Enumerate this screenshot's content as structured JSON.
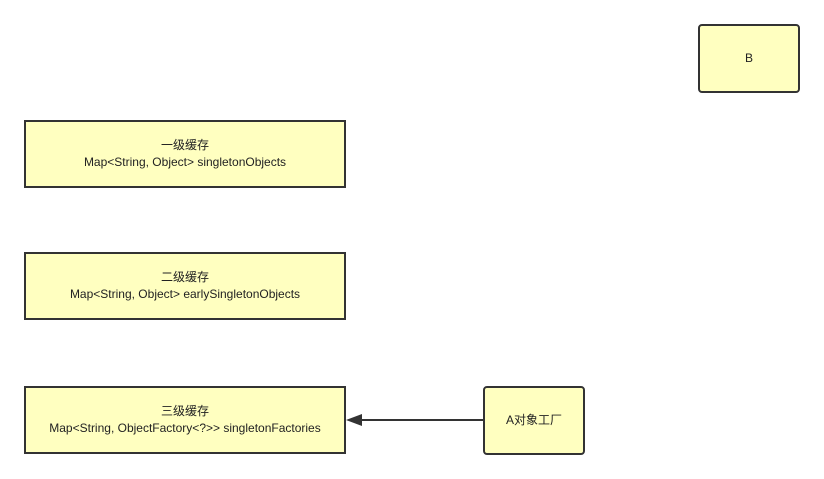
{
  "nodes": {
    "b": {
      "label": "B"
    },
    "cache_level1": {
      "title": "一级缓存",
      "subtitle": "Map<String, Object> singletonObjects"
    },
    "cache_level2": {
      "title": "二级缓存",
      "subtitle": "Map<String, Object> earlySingletonObjects"
    },
    "cache_level3": {
      "title": "三级缓存",
      "subtitle": "Map<String, ObjectFactory<?>> singletonFactories"
    },
    "a_factory": {
      "label": "A对象工厂"
    }
  },
  "colors": {
    "node_fill": "#ffffc0",
    "node_border": "#333333",
    "edge": "#333333"
  }
}
